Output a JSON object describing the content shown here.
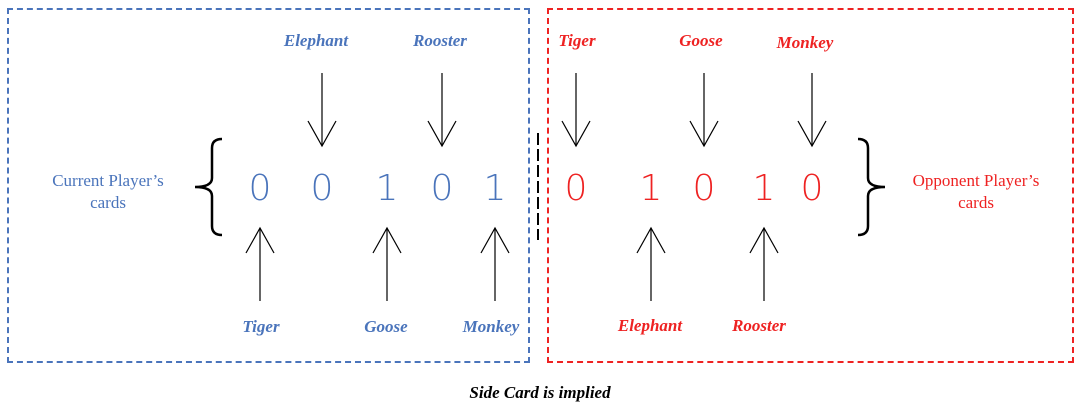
{
  "current_player": {
    "label_line1": "Current Player’s",
    "label_line2": "cards",
    "bits": [
      "0",
      "0",
      "1",
      "0",
      "1"
    ],
    "cards_above": [
      "Elephant",
      "Rooster"
    ],
    "cards_below": [
      "Tiger",
      "Goose",
      "Monkey"
    ],
    "color": "#4a74bb"
  },
  "opponent_player": {
    "label_line1": "Opponent Player’s",
    "label_line2": "cards",
    "bits": [
      "0",
      "1",
      "0",
      "1",
      "0"
    ],
    "cards_above": [
      "Tiger",
      "Goose",
      "Monkey"
    ],
    "cards_below": [
      "Elephant",
      "Rooster"
    ],
    "color": "#ee2222"
  },
  "footer": "Side Card is implied"
}
